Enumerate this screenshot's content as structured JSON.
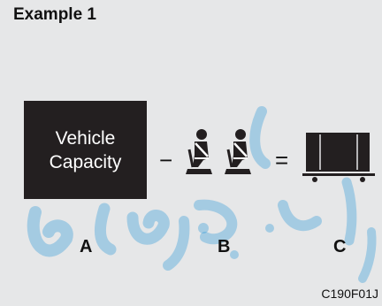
{
  "heading": "Example 1",
  "capacity_box": {
    "line1": "Vehicle",
    "line2": "Capacity"
  },
  "operators": {
    "minus": "−",
    "equals": "="
  },
  "labels": {
    "a": "A",
    "b": "B",
    "c": "C"
  },
  "figure_code": "C190F01J",
  "icons": {
    "seat_occupant_1": "seated-occupant-seatbelt-icon",
    "seat_occupant_2": "seated-occupant-seatbelt-icon",
    "cargo": "cargo-load-icon"
  },
  "colors": {
    "background": "#e6e7e8",
    "box": "#231f20",
    "watermark": "#1a8fd6"
  }
}
